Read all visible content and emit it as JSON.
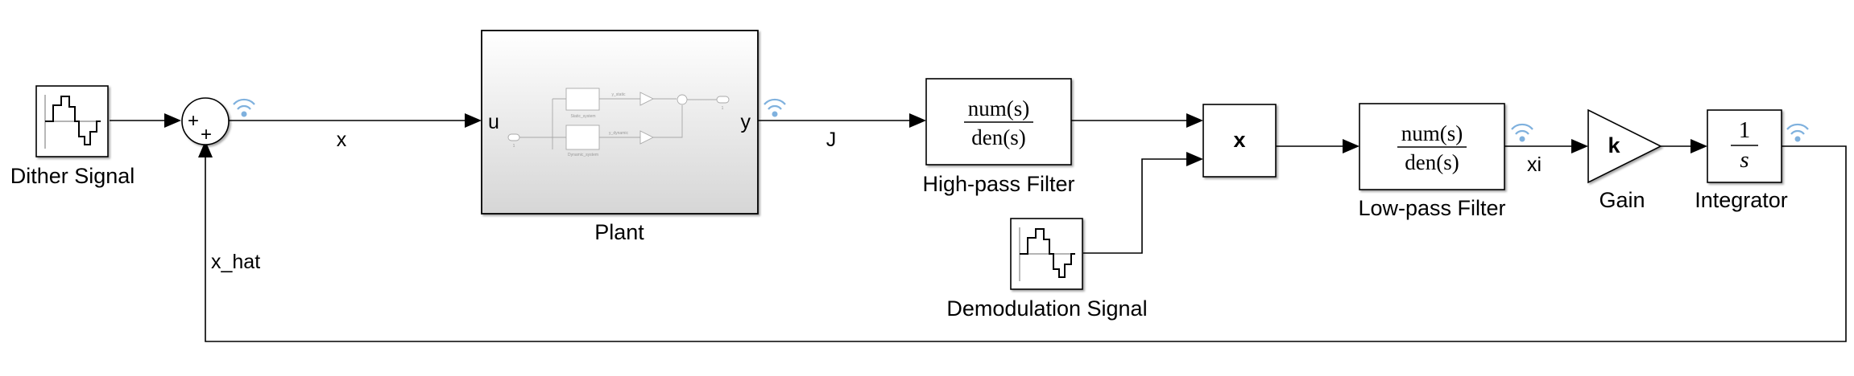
{
  "blocks": {
    "dither": {
      "label": "Dither Signal"
    },
    "sum": {
      "signs": [
        "+",
        "+"
      ]
    },
    "plant": {
      "label": "Plant",
      "in_port": "u",
      "out_port": "y",
      "inner": {
        "static": "Static_system",
        "dynamic": "Dynamic_system",
        "y_static": "y_static",
        "y_dynamic": "y_dynamic",
        "in_num": "1",
        "out_num": "1"
      }
    },
    "hpf": {
      "label": "High-pass Filter",
      "num": "num(s)",
      "den": "den(s)"
    },
    "product": {
      "symbol": "x"
    },
    "demod": {
      "label": "Demodulation Signal"
    },
    "lpf": {
      "label": "Low-pass Filter",
      "num": "num(s)",
      "den": "den(s)"
    },
    "gain": {
      "label": "Gain",
      "value": "k"
    },
    "integrator": {
      "label": "Integrator",
      "num": "1",
      "den": "s"
    }
  },
  "signals": {
    "x": "x",
    "J": "J",
    "xi": "xi",
    "x_hat": "x_hat"
  },
  "colors": {
    "signal_logging": "#7fb1de",
    "plant_gradient_top": "#ffffff",
    "plant_gradient_bottom": "#d7d7d7"
  }
}
